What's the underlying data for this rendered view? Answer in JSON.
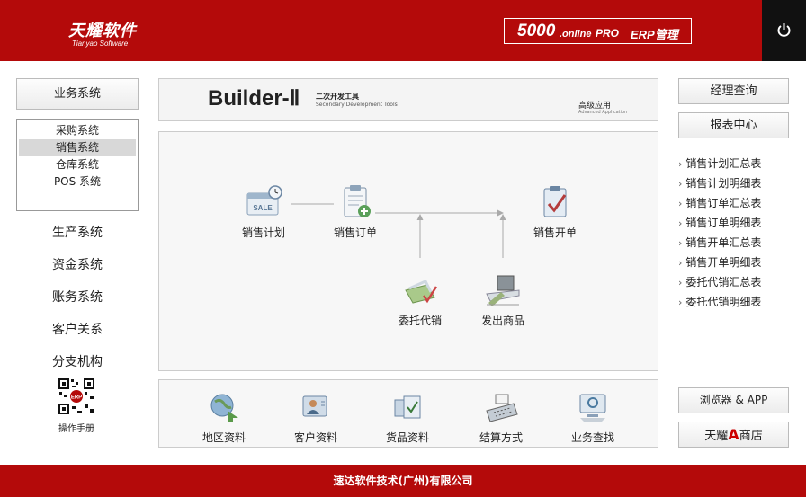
{
  "header": {
    "logo_cn": "天耀软件",
    "logo_en": "Tianyao Software",
    "product_num": "5000",
    "product_online": ".online",
    "product_pro": "PRO",
    "product_mgr": "ERP管理"
  },
  "left": {
    "main_button": "业务系统",
    "submenu": [
      "采购系统",
      "销售系统",
      "仓库系统",
      "POS 系统"
    ],
    "selected": "销售系统",
    "links": [
      "生产系统",
      "资金系统",
      "账务系统",
      "客户关系",
      "分支机构"
    ],
    "manual": "操作手册",
    "qr_badge": "ERP"
  },
  "banner": {
    "title": "Builder-Ⅱ",
    "sub_cn": "二次开发工具",
    "sub_en": "Secondary Development Tools",
    "adv_cn": "高级应用",
    "adv_en": "Advanced Application"
  },
  "flow": {
    "plan": "销售计划",
    "plan_icon_text": "SALE",
    "order": "销售订单",
    "invoice": "销售开单",
    "consign": "委托代销",
    "ship": "发出商品"
  },
  "bottom": [
    "地区资料",
    "客户资料",
    "货品资料",
    "结算方式",
    "业务查找"
  ],
  "right": {
    "manager_query": "经理查询",
    "report_center": "报表中心",
    "reports": [
      "销售计划汇总表",
      "销售计划明细表",
      "销售订单汇总表",
      "销售订单明细表",
      "销售开单汇总表",
      "销售开单明细表",
      "委托代销汇总表",
      "委托代销明细表"
    ],
    "browser_app": "浏览器 & APP",
    "store_prefix": "天耀",
    "store_a": "A",
    "store_suffix": "商店"
  },
  "footer": "速达软件技术(广州)有限公司",
  "colors": {
    "brand_red": "#b40a0a",
    "dark": "#111111"
  }
}
